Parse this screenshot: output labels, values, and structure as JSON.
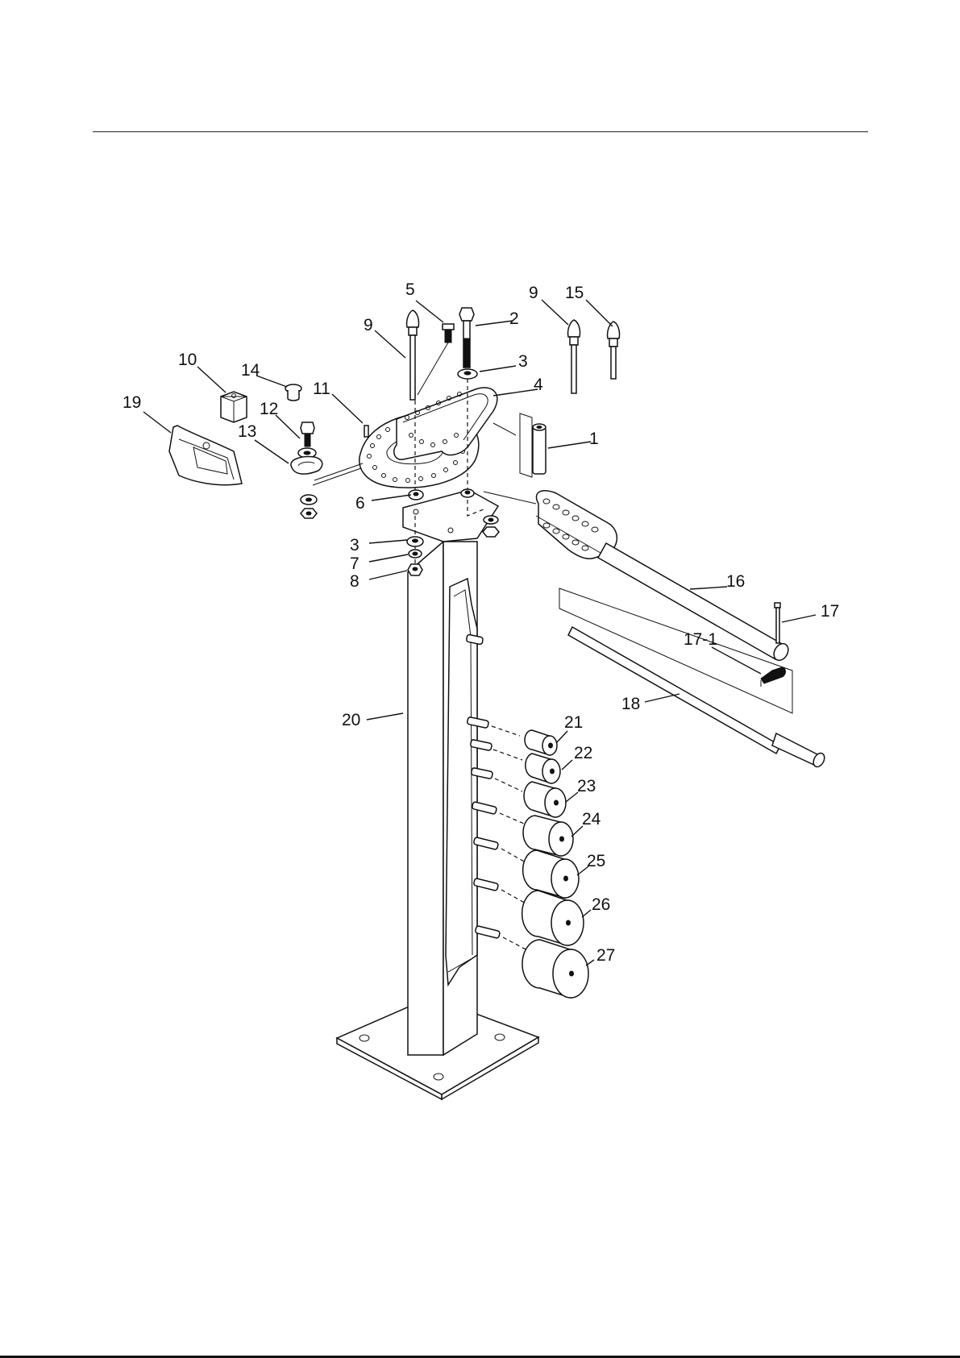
{
  "diagram": {
    "part_labels": [
      {
        "id": "lbl-5",
        "text": "5"
      },
      {
        "id": "lbl-2",
        "text": "2"
      },
      {
        "id": "lbl-9a",
        "text": "9"
      },
      {
        "id": "lbl-9b",
        "text": "9"
      },
      {
        "id": "lbl-15",
        "text": "15"
      },
      {
        "id": "lbl-3a",
        "text": "3"
      },
      {
        "id": "lbl-4",
        "text": "4"
      },
      {
        "id": "lbl-10",
        "text": "10"
      },
      {
        "id": "lbl-14",
        "text": "14"
      },
      {
        "id": "lbl-11",
        "text": "11"
      },
      {
        "id": "lbl-19",
        "text": "19"
      },
      {
        "id": "lbl-12",
        "text": "12"
      },
      {
        "id": "lbl-13",
        "text": "13"
      },
      {
        "id": "lbl-1",
        "text": "1"
      },
      {
        "id": "lbl-6",
        "text": "6"
      },
      {
        "id": "lbl-3b",
        "text": "3"
      },
      {
        "id": "lbl-7",
        "text": "7"
      },
      {
        "id": "lbl-8",
        "text": "8"
      },
      {
        "id": "lbl-16",
        "text": "16"
      },
      {
        "id": "lbl-17",
        "text": "17"
      },
      {
        "id": "lbl-17-1",
        "text": "17-1"
      },
      {
        "id": "lbl-18",
        "text": "18"
      },
      {
        "id": "lbl-20",
        "text": "20"
      },
      {
        "id": "lbl-21",
        "text": "21"
      },
      {
        "id": "lbl-22",
        "text": "22"
      },
      {
        "id": "lbl-23",
        "text": "23"
      },
      {
        "id": "lbl-24",
        "text": "24"
      },
      {
        "id": "lbl-25",
        "text": "25"
      },
      {
        "id": "lbl-26",
        "text": "26"
      },
      {
        "id": "lbl-27",
        "text": "27"
      }
    ]
  }
}
